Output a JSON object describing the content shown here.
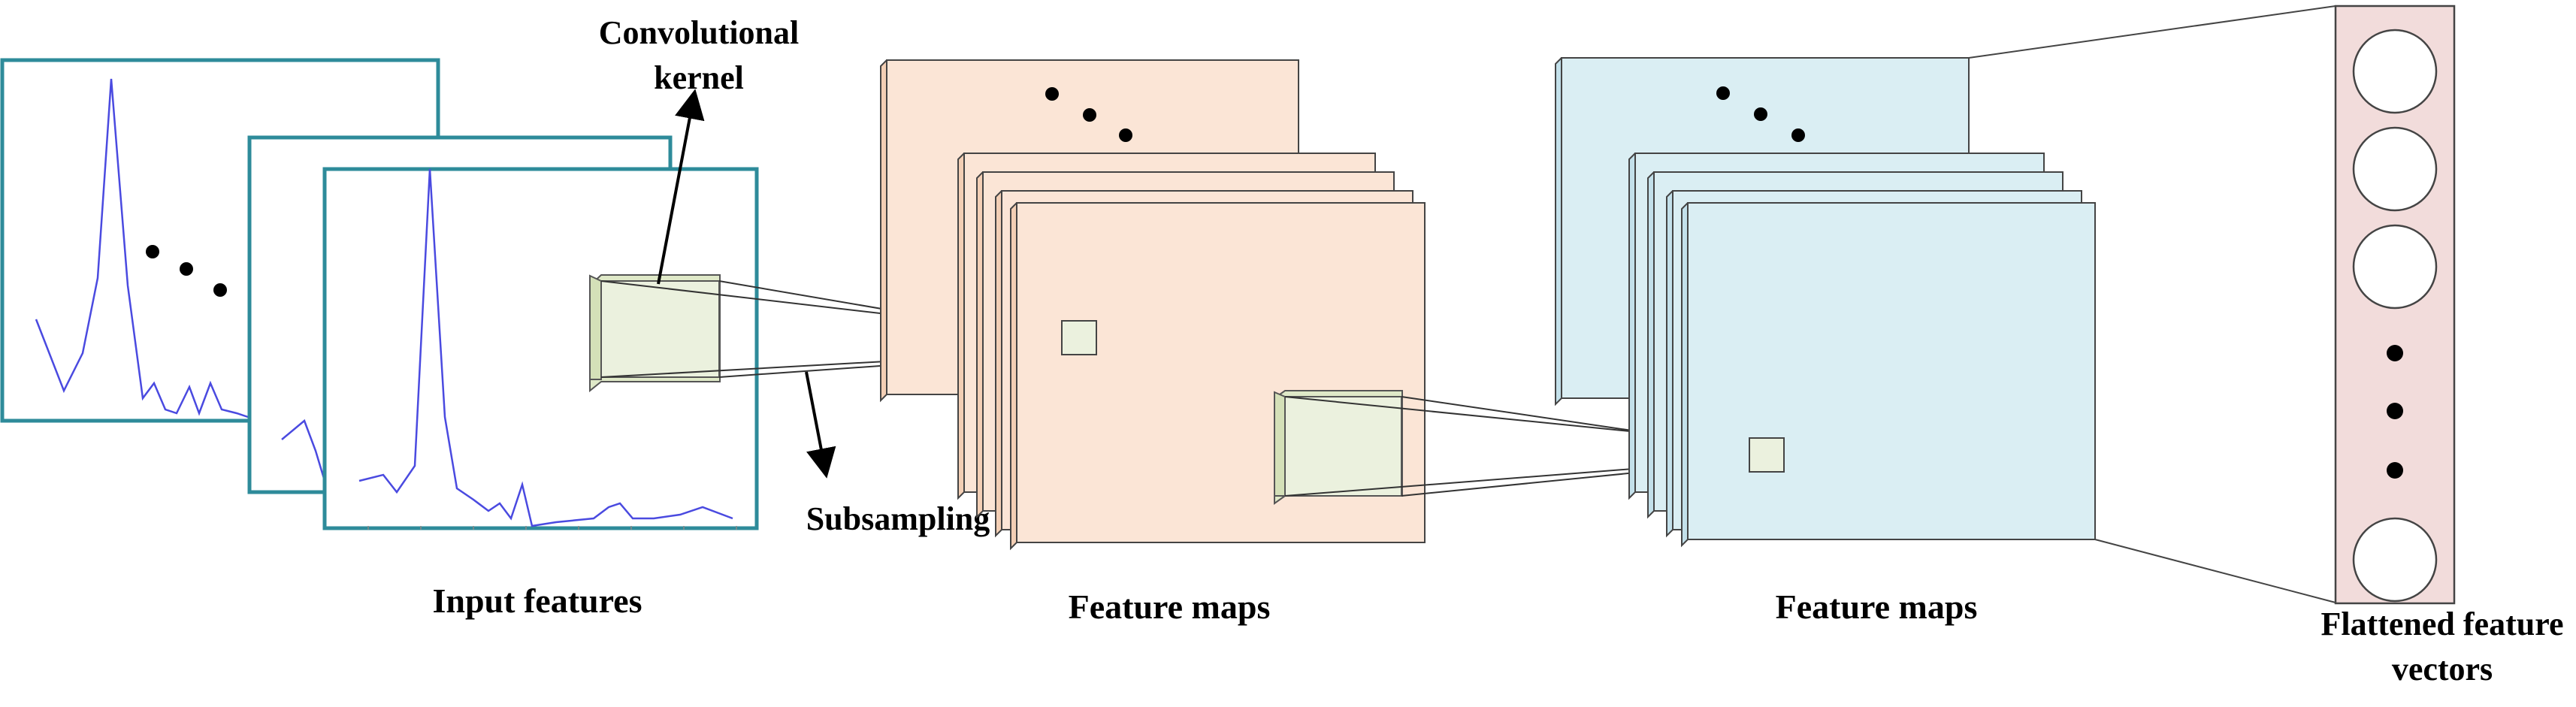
{
  "labels": {
    "conv_kernel_line1": "Convolutional",
    "conv_kernel_line2": "kernel",
    "subsampling": "Subsampling",
    "input_features": "Input features",
    "feature_maps_1": "Feature maps",
    "feature_maps_2": "Feature maps",
    "flattened_line1": "Flattened feature",
    "flattened_line2": "vectors"
  },
  "colors": {
    "input_frame": "#2e8b9a",
    "signal_line": "#4a4ae0",
    "feature_map_1": "#fbe5d6",
    "feature_map_2": "#daeef3",
    "kernel": "#ebf1de",
    "flatten_bar": "#f2dcdb",
    "stroke": "#333333"
  },
  "icons": {
    "ellipsis": "three-dots",
    "arrow": "arrow"
  }
}
